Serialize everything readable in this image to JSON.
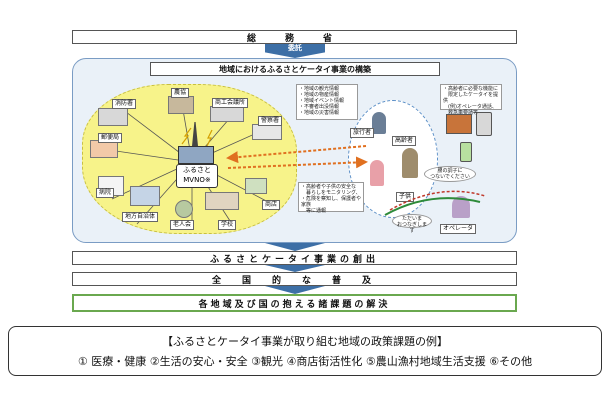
{
  "top_bar": {
    "label": "総　務　省"
  },
  "arrow_label": "委託",
  "main_title": "地域におけるふるさとケータイ事業の構築",
  "hub": {
    "line1": "ふるさと",
    "line2": "MVNO※"
  },
  "facilities": {
    "fire": "消防署",
    "farm": "農協",
    "chamber": "商工会議所",
    "police": "警察署",
    "post": "郵便局",
    "hospital": "病院",
    "local_gov": "地方自治体",
    "elderly_club": "老人会",
    "school": "学校",
    "shop": "商店"
  },
  "info_list": [
    "・地域の観光情報",
    "・地域の物産情報",
    "・地域イベント情報",
    "・不審者出没情報",
    "・地域の災害情報"
  ],
  "watch_list": [
    "・高齢者や子供の安全な",
    "　暮らしをモニタリング、",
    "・危険を察知し、保護者や家族",
    "　等に通報"
  ],
  "elderly_note": [
    "・高齢者に必要な機能に",
    "　限定したケータイを提供",
    "　(例)オペレータ通話、",
    "　救急車要請等"
  ],
  "people": {
    "traveler": "旅行者",
    "elderly": "高齢者",
    "child": "子供",
    "operator": "オペレータ"
  },
  "speech1": [
    "腰の調子に",
    "つないでください"
  ],
  "speech2": [
    "ただいま",
    "おつなぎします"
  ],
  "band1": "ふるさとケータイ事業の創出",
  "band2": "全　国　的　な　普　及",
  "band3": "各地域及び国の抱える諸課題の解決",
  "policy": {
    "title": "【ふるさとケータイ事業が取り組む地域の政策課題の例】",
    "items": "① 医療・健康 ②生活の安心・安全 ③観光 ④商店街活性化 ⑤農山漁村地域生活支援 ⑥その他"
  },
  "colors": {
    "accent_blue": "#3d6fa6",
    "panel_bg": "#eaf1f8",
    "yellow": "#f7f38a",
    "green_bar": "#6aa84f"
  }
}
